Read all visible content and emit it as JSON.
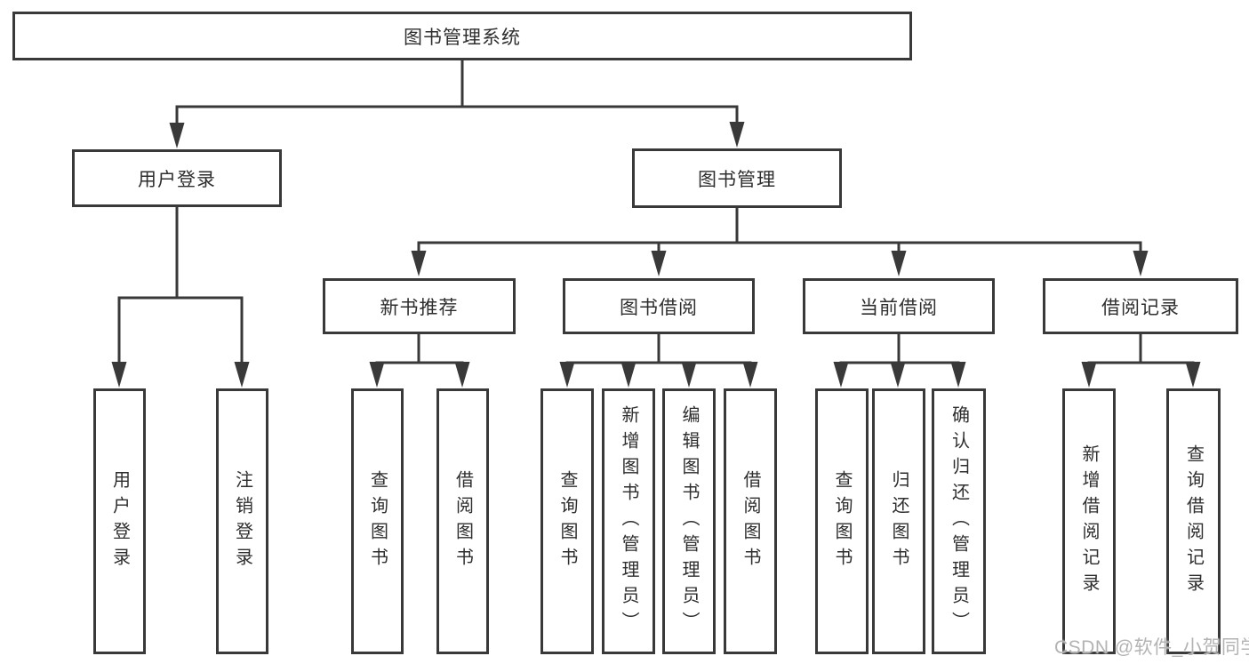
{
  "diagram": {
    "title": "图书管理系统",
    "colors": {
      "line": "#393939",
      "box_border": "#393939",
      "box_fill": "#ffffff",
      "text": "#2e2e2e",
      "watermark": "#b3b3b3"
    },
    "tree": {
      "root": "图书管理系统",
      "level2": [
        {
          "label": "用户登录",
          "children": [
            "用户登录",
            "注销登录"
          ]
        },
        {
          "label": "图书管理",
          "groups": [
            {
              "label": "新书推荐",
              "children": [
                "查询图书",
                "借阅图书"
              ]
            },
            {
              "label": "图书借阅",
              "children": [
                "查询图书",
                "新增图书（管理员）",
                "编辑图书（管理员）",
                "借阅图书"
              ]
            },
            {
              "label": "当前借阅",
              "children": [
                "查询图书",
                "归还图书",
                "确认归还（管理员）"
              ]
            },
            {
              "label": "借阅记录",
              "children": [
                "新增借阅记录",
                "查询借阅记录"
              ]
            }
          ]
        }
      ]
    },
    "watermark": "CSDN @软件_小贺同学"
  }
}
